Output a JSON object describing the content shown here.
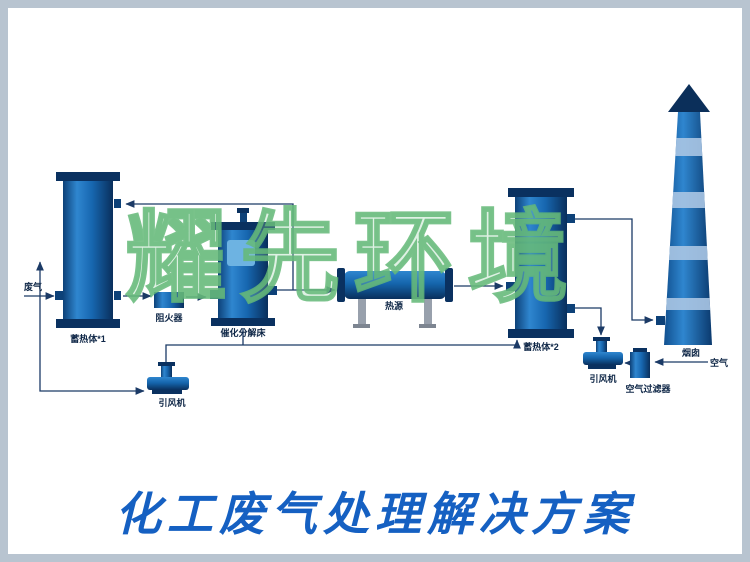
{
  "frame": {
    "border_color": "#b8c4d0",
    "background": "#ffffff"
  },
  "watermark": {
    "text": "耀先环境"
  },
  "title": {
    "text": "化工废气处理解决方案"
  },
  "equipment": {
    "regenerator1": "蓄热体*1",
    "flame_arrester": "阻火器",
    "catalytic_bed": "催化分解床",
    "heat_source": "热源",
    "regenerator2": "蓄热体*2",
    "chimney": "烟囱",
    "fan1": "引风机",
    "fan2": "引风机",
    "air_filter": "空气过滤器"
  },
  "streams": {
    "waste_gas": "废气",
    "air": "空气"
  },
  "colors": {
    "vessel_blue": "#1767b0",
    "vessel_dark": "#0a3160",
    "flow_line": "#1b3a66",
    "watermark_green": "#7cc98f",
    "title_blue": "#1560c2"
  }
}
